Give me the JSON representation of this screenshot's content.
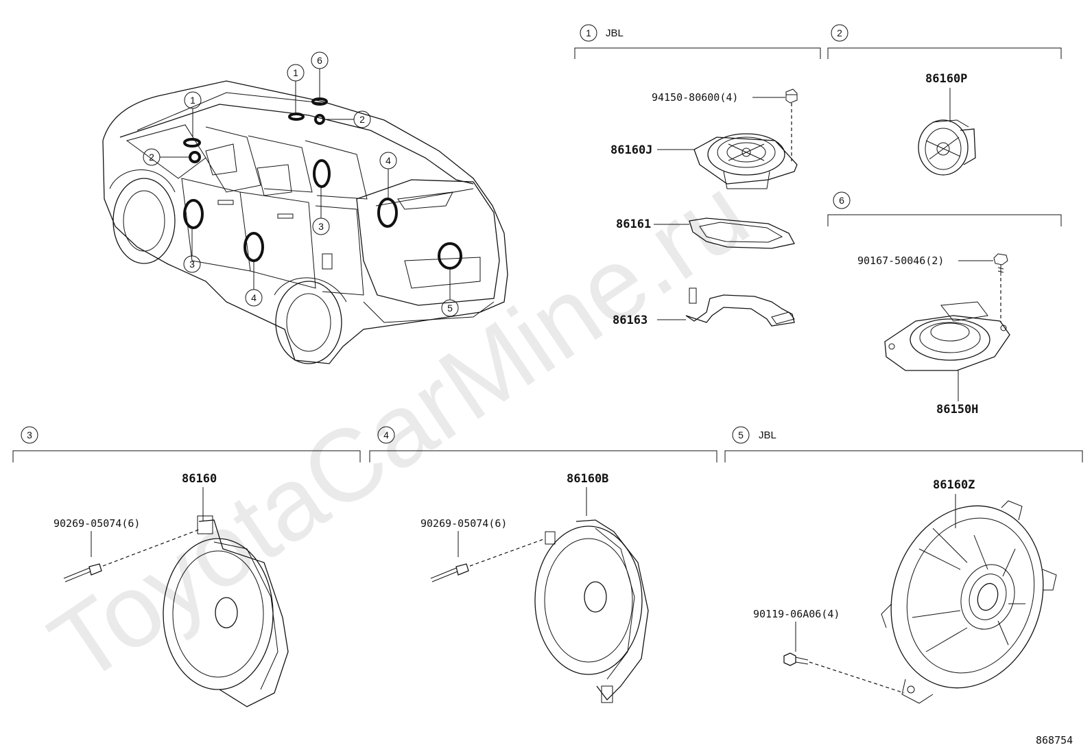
{
  "watermark": "ToyotaCarMine.ru",
  "catalog_number": "868754",
  "locator_callouts": [
    "1",
    "1",
    "2",
    "2",
    "3",
    "3",
    "4",
    "4",
    "5",
    "6"
  ],
  "sections": [
    {
      "num": "1",
      "label": "JBL"
    },
    {
      "num": "2",
      "label": ""
    },
    {
      "num": "6",
      "label": ""
    },
    {
      "num": "3",
      "label": ""
    },
    {
      "num": "4",
      "label": ""
    },
    {
      "num": "5",
      "label": "JBL"
    }
  ],
  "parts": {
    "p94150": "94150-80600(4)",
    "p86160J": "86160J",
    "p86161": "86161",
    "p86163": "86163",
    "p86160P": "86160P",
    "p90167": "90167-50046(2)",
    "p86150H": "86150H",
    "p86160": "86160",
    "p90269a": "90269-05074(6)",
    "p86160B": "86160B",
    "p90269b": "90269-05074(6)",
    "p86160Z": "86160Z",
    "p90119": "90119-06A06(4)"
  }
}
